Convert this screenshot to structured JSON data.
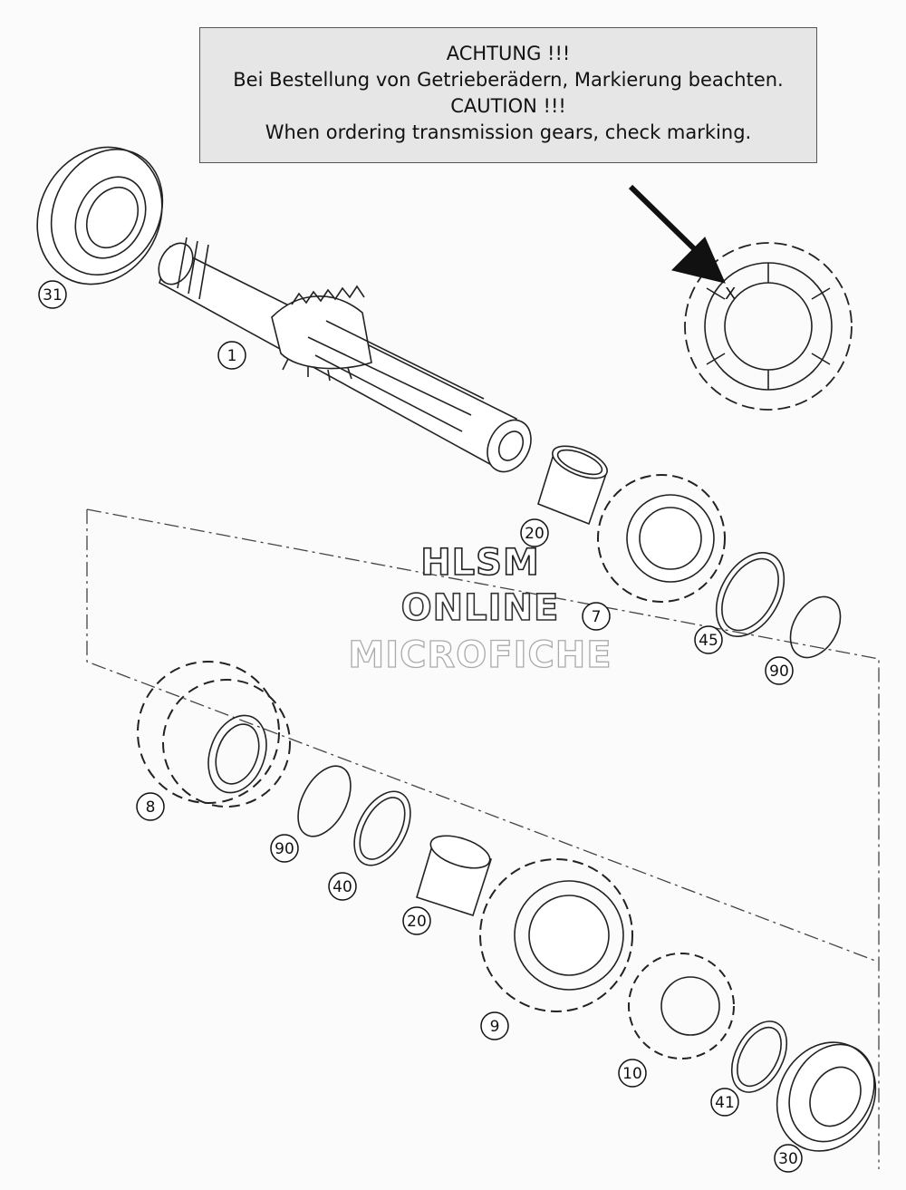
{
  "notice": {
    "line1": "ACHTUNG !!!",
    "line2": "Bei Bestellung von Getrieberädern, Markierung beachten.",
    "line3": "CAUTION !!!",
    "line4": "When ordering transmission gears, check marking."
  },
  "marking_symbol": "X",
  "watermark": {
    "line1": "HLSM",
    "line2": "ONLINE",
    "line3": "MICROFICHE"
  },
  "callouts": [
    "31",
    "1",
    "20",
    "7",
    "45",
    "90",
    "8",
    "90",
    "40",
    "20",
    "9",
    "10",
    "41",
    "30"
  ]
}
